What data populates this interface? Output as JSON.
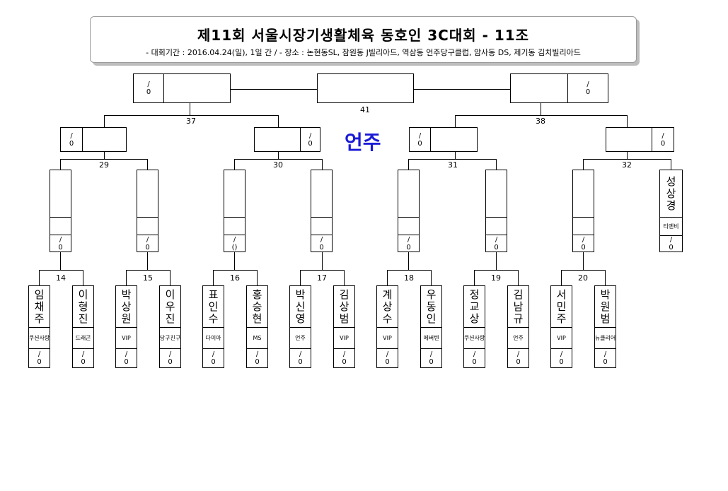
{
  "title": {
    "main": "제11회 서울시장기생활체육 동호인 3C대회 - 11조",
    "sub": "- 대회기간 : 2016.04.24(일), 1일 간 / - 장소 : 논현동SL, 잠원동 J빌리아드, 역삼동 언주당구클럽, 암사동 DS, 제기동 김치빌리아드"
  },
  "winner": "언주",
  "matches": {
    "m14": "14",
    "m15": "15",
    "m16": "16",
    "m17": "17",
    "m18": "18",
    "m19": "19",
    "m20": "20",
    "m29": "29",
    "m30": "30",
    "m31": "31",
    "m32": "32",
    "m37": "37",
    "m38": "38",
    "m41": "41"
  },
  "score_blank": {
    "slash": "/",
    "zero": "0",
    "paren": "()"
  },
  "players": [
    {
      "name": "임채주",
      "club": "쿠션사랑",
      "score_top": "/",
      "score_bottom": "0"
    },
    {
      "name": "이형진",
      "club": "드래곤",
      "score_top": "/",
      "score_bottom": "0"
    },
    {
      "name": "박상원",
      "club": "VIP",
      "score_top": "/",
      "score_bottom": "0"
    },
    {
      "name": "이우진",
      "club": "당구친구",
      "score_top": "/",
      "score_bottom": "0"
    },
    {
      "name": "표인수",
      "club": "다이아",
      "score_top": "/",
      "score_bottom": "0"
    },
    {
      "name": "홍승현",
      "club": "MS",
      "score_top": "/",
      "score_bottom": "0"
    },
    {
      "name": "박신영",
      "club": "언주",
      "score_top": "/",
      "score_bottom": "0"
    },
    {
      "name": "김상범",
      "club": "VIP",
      "score_top": "/",
      "score_bottom": "0"
    },
    {
      "name": "계상수",
      "club": "VIP",
      "score_top": "/",
      "score_bottom": "0"
    },
    {
      "name": "우동인",
      "club": "에버텐",
      "score_top": "/",
      "score_bottom": "0"
    },
    {
      "name": "정교상",
      "club": "쿠션사랑",
      "score_top": "/",
      "score_bottom": "0"
    },
    {
      "name": "김남규",
      "club": "언주",
      "score_top": "/",
      "score_bottom": "0"
    },
    {
      "name": "서민주",
      "club": "VIP",
      "score_top": "/",
      "score_bottom": "0"
    },
    {
      "name": "박원범",
      "club": "뉴클리어",
      "score_top": "/",
      "score_bottom": "0"
    }
  ],
  "bye_player": {
    "name": "성상경",
    "club": "티엔비",
    "score_top": "/",
    "score_bottom": "0"
  }
}
